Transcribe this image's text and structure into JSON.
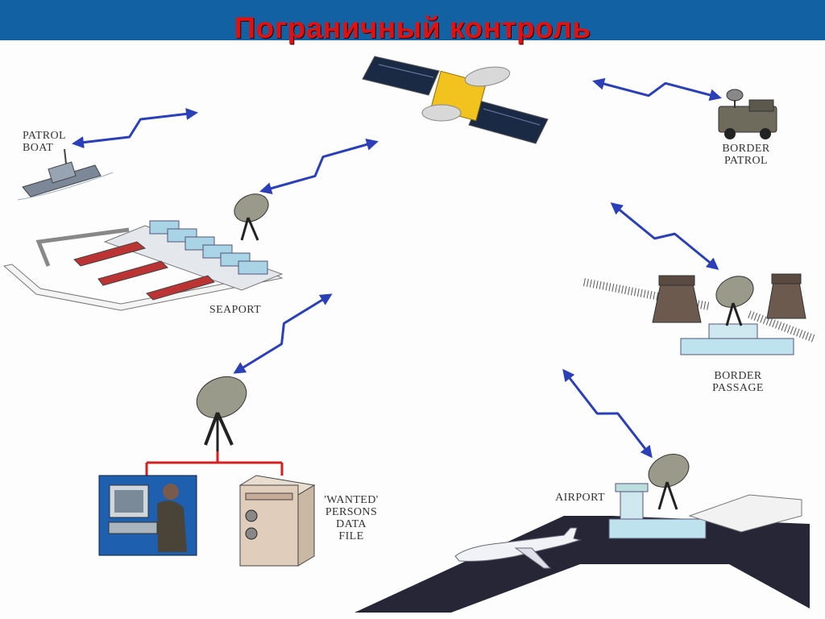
{
  "title": "Пограничный контроль",
  "labels": {
    "patrol_boat": [
      "PATROL",
      "BOAT"
    ],
    "border_patrol": [
      "BORDER",
      "PATROL"
    ],
    "seaport": [
      "SEAPORT"
    ],
    "border_passage": [
      "BORDER",
      "PASSAGE"
    ],
    "wanted_file": [
      "'WANTED'",
      "PERSONS",
      "DATA",
      "FILE"
    ],
    "airport": [
      "AIRPORT"
    ]
  },
  "colors": {
    "header": "#1262a3",
    "title": "#e31010",
    "link_arrow": "#2a3fb8",
    "network_cable": "#d42020"
  },
  "icons": [
    "satellite-icon",
    "patrol-boat-icon",
    "border-patrol-vehicle-icon",
    "seaport-icon",
    "border-passage-icon",
    "satellite-dish-icon",
    "operator-workstation-icon",
    "data-file-cabinet-icon",
    "airport-icon",
    "airplane-icon"
  ]
}
